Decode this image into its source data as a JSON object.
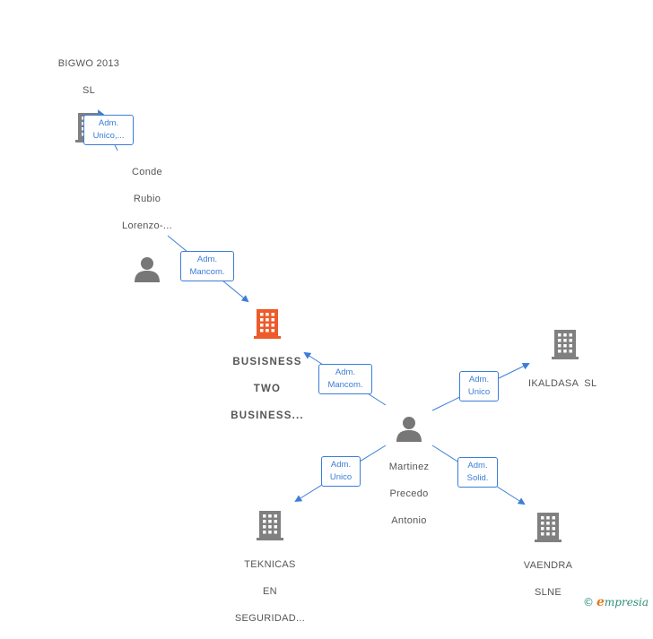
{
  "nodes": {
    "bigwo": {
      "lines": [
        "BIGWO 2013",
        "SL"
      ]
    },
    "conde": {
      "lines": [
        "Conde",
        "Rubio",
        "Lorenzo-..."
      ]
    },
    "busisness": {
      "lines": [
        "BUSISNESS",
        "TWO",
        "BUSINESS..."
      ]
    },
    "ikaldasa": {
      "lines": [
        "IKALDASA  SL"
      ]
    },
    "martinez": {
      "lines": [
        "Martinez",
        "Precedo",
        "Antonio"
      ]
    },
    "teknicas": {
      "lines": [
        "TEKNICAS",
        "EN",
        "SEGURIDAD..."
      ]
    },
    "vaendra": {
      "lines": [
        "VAENDRA",
        "SLNE"
      ]
    }
  },
  "relations": {
    "conde_bigwo": [
      "Adm.",
      "Unico,..."
    ],
    "conde_busisness": [
      "Adm.",
      "Mancom."
    ],
    "martinez_busisness": [
      "Adm.",
      "Mancom."
    ],
    "martinez_ikaldasa": [
      "Adm.",
      "Unico"
    ],
    "martinez_teknicas": [
      "Adm.",
      "Unico"
    ],
    "martinez_vaendra": [
      "Adm.",
      "Solid."
    ]
  },
  "colors": {
    "edge": "#3b7dd8",
    "company": "#808080",
    "company_focus": "#ee5b2a",
    "person": "#777777"
  },
  "footer": {
    "copyright": "©",
    "brand_e": "e",
    "brand_rest": "mpresia"
  }
}
